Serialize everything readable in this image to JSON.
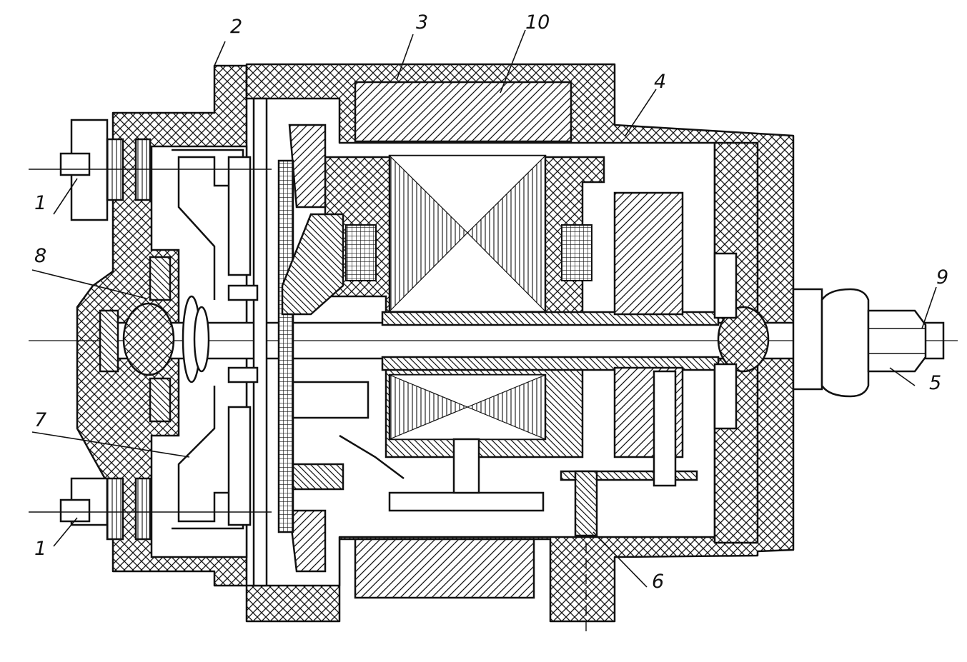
{
  "drawing": {
    "callouts": [
      {
        "id": "1a",
        "label": "1"
      },
      {
        "id": "1b",
        "label": "1"
      },
      {
        "id": "2",
        "label": "2"
      },
      {
        "id": "3",
        "label": "3"
      },
      {
        "id": "4",
        "label": "4"
      },
      {
        "id": "5",
        "label": "5"
      },
      {
        "id": "6",
        "label": "6"
      },
      {
        "id": "7",
        "label": "7"
      },
      {
        "id": "8",
        "label": "8"
      },
      {
        "id": "9",
        "label": "9"
      },
      {
        "id": "10",
        "label": "10"
      }
    ],
    "colors": {
      "ink": "#111111",
      "paper": "#ffffff"
    }
  }
}
